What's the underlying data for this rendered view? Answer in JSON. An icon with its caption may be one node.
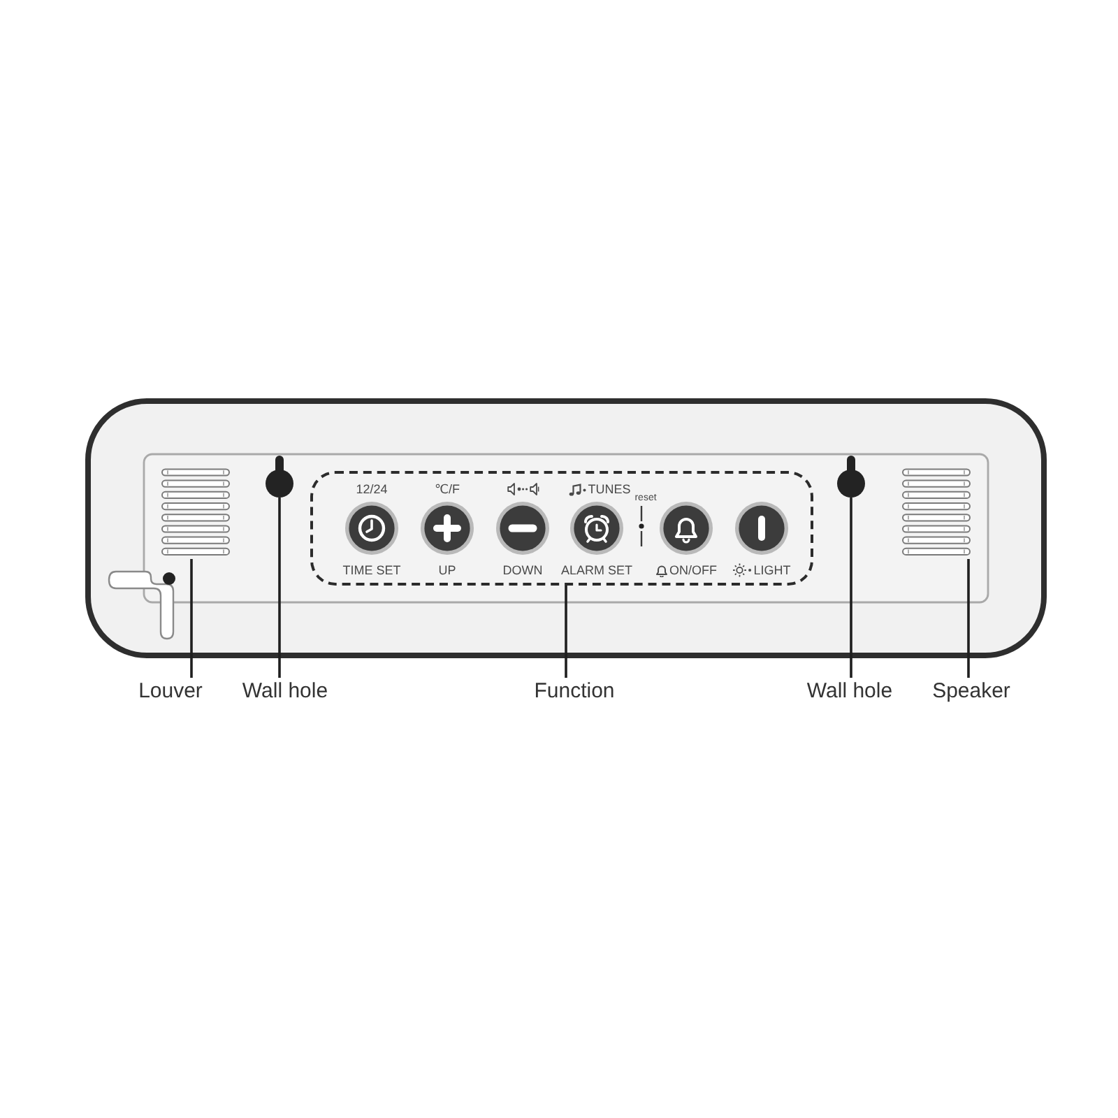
{
  "diagram": {
    "nodes": [
      {
        "text": [],
        "shape": "grille"
      },
      {
        "text": [],
        "shape": "keyhole"
      },
      {
        "text": [
          "12/24",
          "℃/F",
          "TUNES",
          "reset",
          "TIME SET",
          "UP",
          "DOWN",
          "ALARM SET",
          "ON/OFF",
          "LIGHT"
        ]
      },
      {
        "text": [],
        "shape": "keyhole"
      },
      {
        "text": [],
        "shape": "grille"
      },
      {
        "text": [
          "Louver"
        ]
      },
      {
        "text": [
          "Wall hole"
        ]
      },
      {
        "text": [
          "Function"
        ]
      },
      {
        "text": [
          "Wall hole"
        ]
      },
      {
        "text": [
          "Speaker"
        ]
      }
    ],
    "edges": [
      {
        "from": 5,
        "to": 0,
        "arrow": "none"
      },
      {
        "from": 6,
        "to": 1,
        "arrow": "none"
      },
      {
        "from": 7,
        "to": 2,
        "arrow": "none"
      },
      {
        "from": 8,
        "to": 3,
        "arrow": "none"
      },
      {
        "from": 9,
        "to": 4,
        "arrow": "none"
      }
    ]
  }
}
